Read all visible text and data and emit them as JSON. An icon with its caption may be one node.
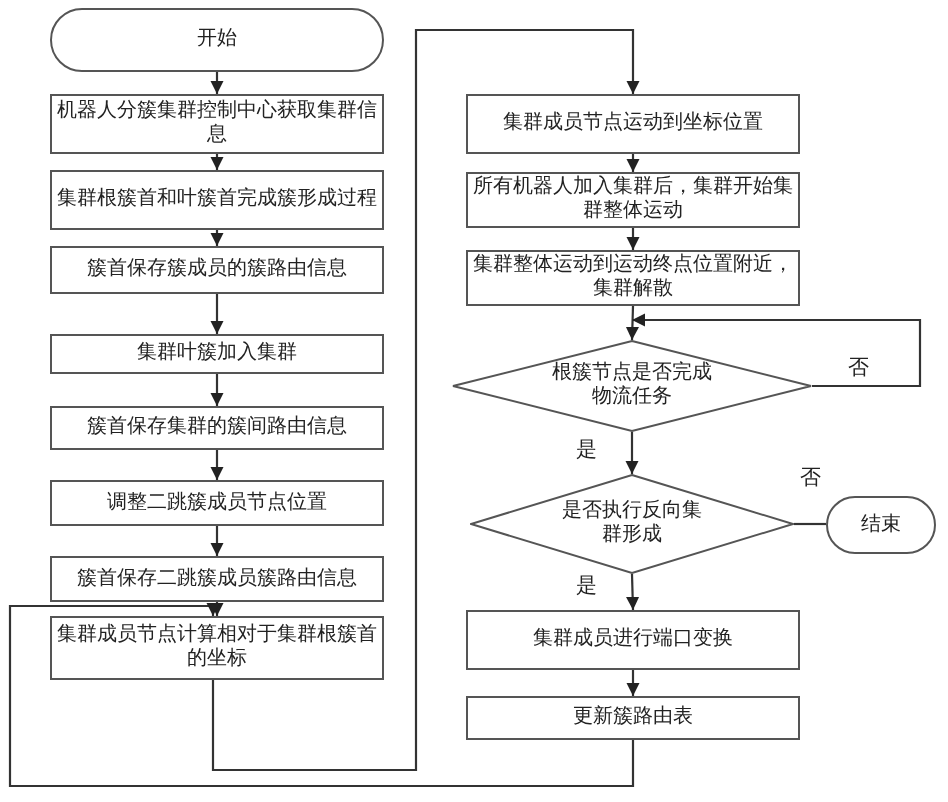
{
  "diagram": {
    "nodes": [
      {
        "text": [
          "开始"
        ]
      },
      {
        "text": [
          "机器人分簇集群控制中心获取集群信息"
        ]
      },
      {
        "text": [
          "集群根簇首和叶簇首完成簇形成过程"
        ]
      },
      {
        "text": [
          "簇首保存簇成员的簇路由信息"
        ]
      },
      {
        "text": [
          "集群叶簇加入集群"
        ]
      },
      {
        "text": [
          "簇首保存集群的簇间路由信息"
        ]
      },
      {
        "text": [
          "调整二跳簇成员节点位置"
        ]
      },
      {
        "text": [
          "簇首保存二跳簇成员簇路由信息"
        ]
      },
      {
        "text": [
          "集群成员节点计算相对于集群根簇首的坐标"
        ]
      },
      {
        "text": [
          "集群成员节点运动到坐标位置"
        ]
      },
      {
        "text": [
          "所有机器人加入集群后，集群开始集群整体运动"
        ]
      },
      {
        "text": [
          "集群整体运动到运动终点位置附近，集群解散"
        ]
      },
      {
        "text": [
          "根簇节点是否完成物流任务"
        ]
      },
      {
        "text": [
          "是否执行反向集群形成"
        ]
      },
      {
        "text": [
          "结束"
        ]
      },
      {
        "text": [
          "集群成员进行端口变换"
        ]
      },
      {
        "text": [
          "更新簇路由表"
        ]
      }
    ],
    "edges": [
      {
        "from": 0,
        "to": 1,
        "arrow": "to"
      },
      {
        "from": 1,
        "to": 2,
        "arrow": "to"
      },
      {
        "from": 2,
        "to": 3,
        "arrow": "to"
      },
      {
        "from": 3,
        "to": 4,
        "arrow": "to"
      },
      {
        "from": 4,
        "to": 5,
        "arrow": "to"
      },
      {
        "from": 5,
        "to": 6,
        "arrow": "to"
      },
      {
        "from": 6,
        "to": 7,
        "arrow": "to"
      },
      {
        "from": 7,
        "to": 8,
        "arrow": "to"
      },
      {
        "from": 8,
        "to": 9,
        "arrow": "to"
      },
      {
        "from": 9,
        "to": 10,
        "arrow": "to"
      },
      {
        "from": 10,
        "to": 11,
        "arrow": "to"
      },
      {
        "from": 11,
        "to": 12,
        "arrow": "to"
      },
      {
        "from": 12,
        "to": 13,
        "arrow": "to",
        "label": "是"
      },
      {
        "from": 12,
        "to": 12,
        "arrow": "to",
        "label": "否"
      },
      {
        "from": 13,
        "to": 14,
        "arrow": "none",
        "label": "否"
      },
      {
        "from": 13,
        "to": 15,
        "arrow": "to",
        "label": "是"
      },
      {
        "from": 15,
        "to": 16,
        "arrow": "to"
      },
      {
        "from": 16,
        "to": 8,
        "arrow": "to"
      }
    ]
  }
}
